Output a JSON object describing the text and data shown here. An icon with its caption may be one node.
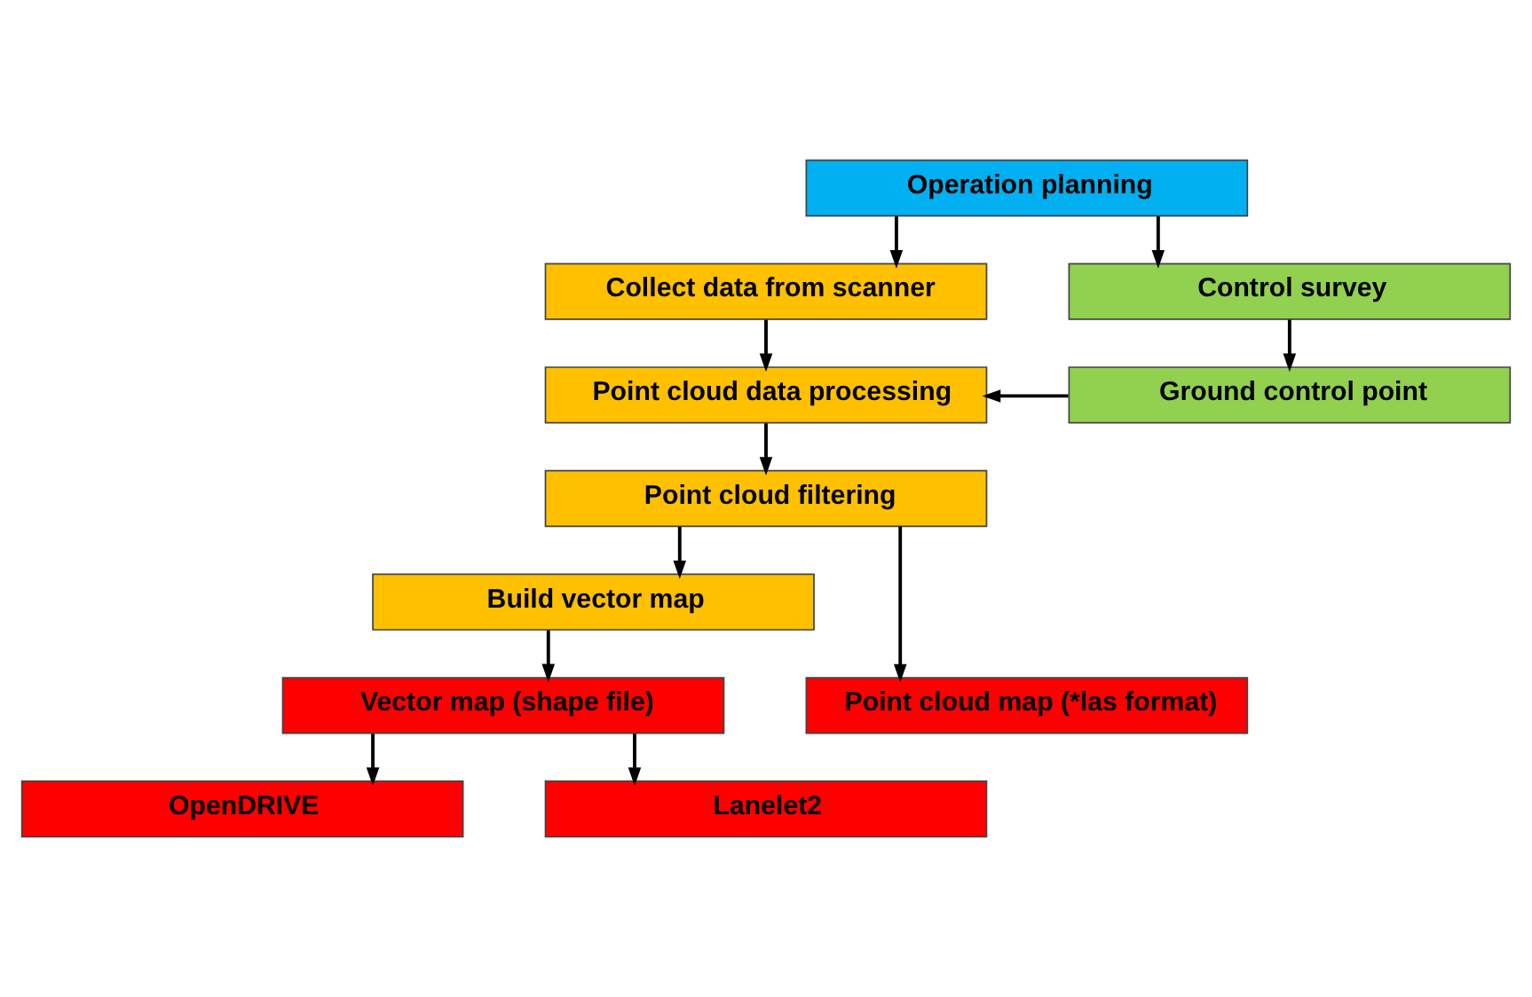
{
  "diagram": {
    "nodes": [
      {
        "text": [
          "Operation planning"
        ]
      },
      {
        "text": [
          "Collect data from scanner"
        ]
      },
      {
        "text": [
          "Control survey"
        ]
      },
      {
        "text": [
          "Point cloud data processing"
        ]
      },
      {
        "text": [
          "Ground control point"
        ]
      },
      {
        "text": [
          "Point cloud filtering"
        ]
      },
      {
        "text": [
          "Build vector map"
        ]
      },
      {
        "text": [
          "Vector map (shape file)"
        ]
      },
      {
        "text": [
          "Point cloud map (*las format)"
        ]
      },
      {
        "text": [
          "OpenDRIVE"
        ]
      },
      {
        "text": [
          "Lanelet2"
        ]
      }
    ],
    "edges": [
      {
        "from": 0,
        "to": 1,
        "arrow": "to"
      },
      {
        "from": 0,
        "to": 2,
        "arrow": "to"
      },
      {
        "from": 1,
        "to": 3,
        "arrow": "to"
      },
      {
        "from": 2,
        "to": 4,
        "arrow": "to"
      },
      {
        "from": 4,
        "to": 3,
        "arrow": "to"
      },
      {
        "from": 3,
        "to": 5,
        "arrow": "to"
      },
      {
        "from": 5,
        "to": 6,
        "arrow": "to"
      },
      {
        "from": 5,
        "to": 8,
        "arrow": "to"
      },
      {
        "from": 6,
        "to": 7,
        "arrow": "to"
      },
      {
        "from": 7,
        "to": 9,
        "arrow": "to"
      },
      {
        "from": 7,
        "to": 10,
        "arrow": "to"
      }
    ]
  }
}
